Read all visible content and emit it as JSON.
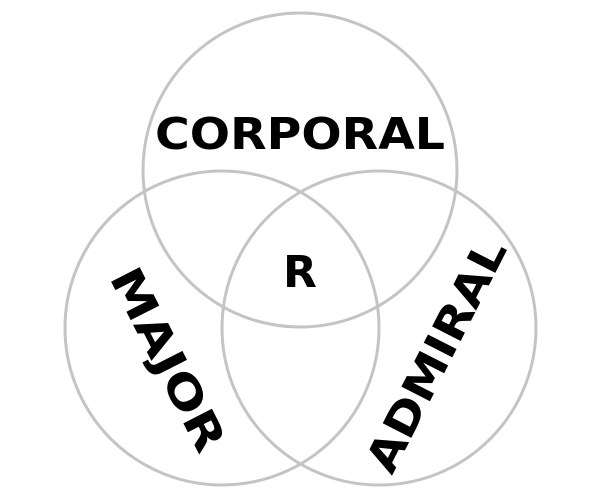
{
  "diagram": {
    "sets": [
      {
        "label": "CORPORAL"
      },
      {
        "label": "MAJOR"
      },
      {
        "label": "ADMIRAL"
      }
    ],
    "center_label": "R",
    "colors": {
      "circle_stroke": "#c4c4c4",
      "text": "#000000",
      "background": "#ffffff"
    }
  }
}
